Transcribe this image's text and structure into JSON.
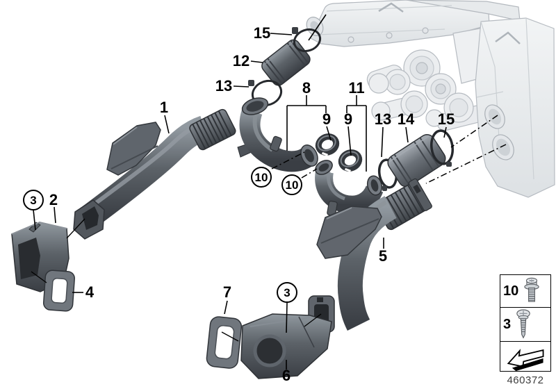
{
  "diagram": {
    "part_number": "460372",
    "callouts": [
      {
        "text": "1",
        "circled": false
      },
      {
        "text": "2",
        "circled": false
      },
      {
        "text": "3",
        "circled": true
      },
      {
        "text": "4",
        "circled": false
      },
      {
        "text": "5",
        "circled": false
      },
      {
        "text": "6",
        "circled": false
      },
      {
        "text": "7",
        "circled": false
      },
      {
        "text": "3",
        "circled": true
      },
      {
        "text": "8",
        "circled": false
      },
      {
        "text": "9",
        "circled": false
      },
      {
        "text": "9",
        "circled": false
      },
      {
        "text": "10",
        "circled": true
      },
      {
        "text": "10",
        "circled": true
      },
      {
        "text": "11",
        "circled": false
      },
      {
        "text": "12",
        "circled": false
      },
      {
        "text": "13",
        "circled": false
      },
      {
        "text": "13",
        "circled": false
      },
      {
        "text": "14",
        "circled": false
      },
      {
        "text": "15",
        "circled": false
      },
      {
        "text": "15",
        "circled": false
      }
    ],
    "legend": {
      "rows": [
        {
          "label": "10",
          "icon": "torx-flange-screw-icon"
        },
        {
          "label": "3",
          "icon": "self-tapping-screw-icon"
        }
      ],
      "arrow_icon": "installation-direction-arrow-icon"
    },
    "colors": {
      "duct_dark": "#4a4f55",
      "engine_light": "#eceef0",
      "outline": "#2e3135",
      "label": "#000000",
      "part_number_text": "#3d3d3d"
    }
  }
}
